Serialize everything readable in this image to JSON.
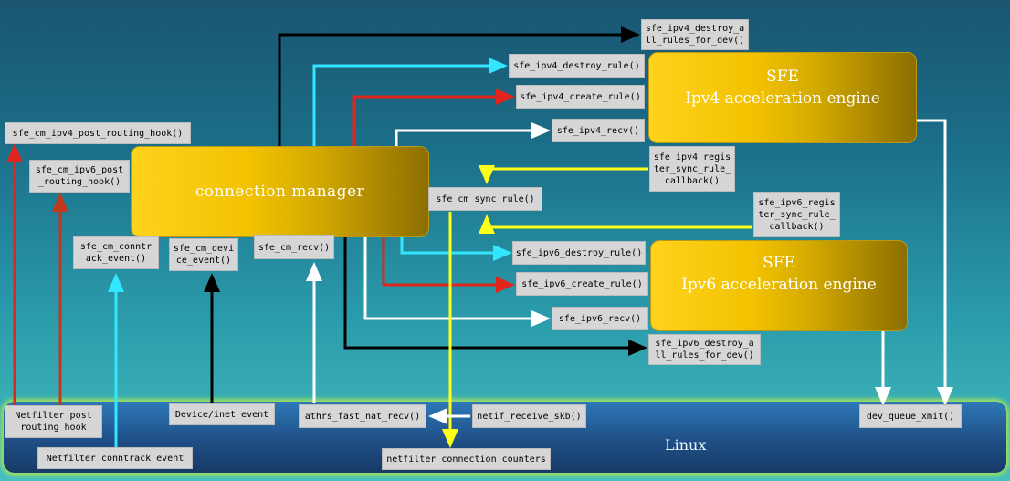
{
  "engines": {
    "cm": "connection manager",
    "ipv4_title": "SFE",
    "ipv4_sub": "Ipv4 acceleration engine",
    "ipv6_title": "SFE",
    "ipv6_sub": "Ipv6 acceleration engine"
  },
  "linux": "Linux",
  "labels": {
    "ipv4_post_routing_hook": "sfe_cm_ipv4_post_routing_hook()",
    "ipv6_post_routing_hook": "sfe_cm_ipv6_post\n_routing_hook()",
    "conntrack_event": "sfe_cm_conntr\nack_event()",
    "device_event": "sfe_cm_devi\nce_event()",
    "cm_recv": "sfe_cm_recv()",
    "sync_rule": "sfe_cm_sync_rule()",
    "ipv4_destroy_all": "sfe_ipv4_destroy_a\nll_rules_for_dev()",
    "ipv4_destroy_rule": "sfe_ipv4_destroy_rule()",
    "ipv4_create_rule": "sfe_ipv4_create_rule()",
    "ipv4_recv": "sfe_ipv4_recv()",
    "ipv4_register_sync": "sfe_ipv4_regis\nter_sync_rule_\ncallback()",
    "ipv6_register_sync": "sfe_ipv6_regis\nter_sync_rule_\ncallback()",
    "ipv6_destroy_rule": "sfe_ipv6_destroy_rule()",
    "ipv6_create_rule": "sfe_ipv6_create_rule()",
    "ipv6_recv": "sfe_ipv6_recv()",
    "ipv6_destroy_all": "sfe_ipv6_destroy_a\nll_rules_for_dev()",
    "netfilter_post_routing": "Netfilter post\nrouting hook",
    "netfilter_conntrack": "Netfilter conntrack event",
    "device_inet_event": "Device/inet event",
    "athrs_fast_nat_recv": "athrs_fast_nat_recv()",
    "netif_receive_skb": "netif_receive_skb()",
    "netfilter_conn_counters": "netfilter connection counters",
    "dev_queue_xmit": "dev_queue_xmit()"
  },
  "colors": {
    "black": "#000000",
    "cyan": "#33e6ff",
    "red": "#e0261c",
    "darkred": "#c03a1a",
    "white": "#ffffff",
    "yellow": "#ffff1a"
  }
}
